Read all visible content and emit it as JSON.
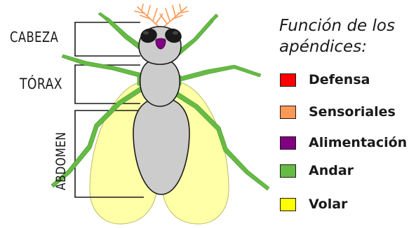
{
  "labels": {
    "head": "CABEZA",
    "thorax": "TÓRAX",
    "abdomen": "ABDOMEN"
  },
  "legend": {
    "title_line1": "Función de los",
    "title_line2": "apéndices:",
    "items": [
      {
        "label": "Defensa",
        "color": "#ff0000"
      },
      {
        "label": "Sensoriales",
        "color": "#ff9955"
      },
      {
        "label": "Alimentación",
        "color": "#800080"
      },
      {
        "label": "Andar",
        "color": "#66bb44"
      },
      {
        "label": "Volar",
        "color": "#ffff00"
      }
    ]
  },
  "colors": {
    "body": "#cccccc",
    "wings": "#ffff99",
    "legs": "#66bb44",
    "antennae": "#ff9955",
    "eyes": "#1a1a1a",
    "mouthparts": "#800080"
  }
}
